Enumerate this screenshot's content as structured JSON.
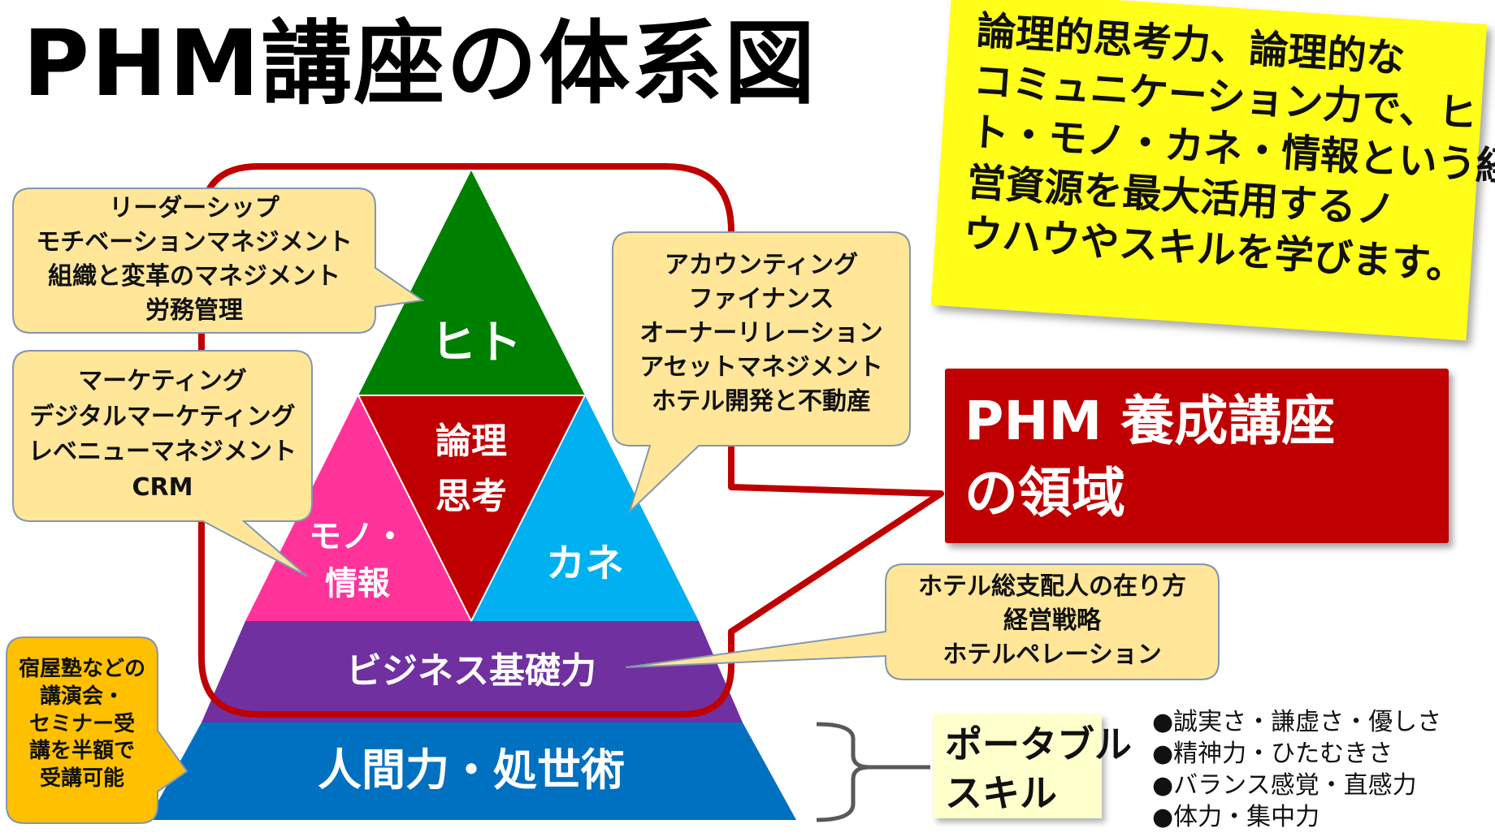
{
  "title": "PHM講座の体系図",
  "pyramid": {
    "top": "ヒト",
    "center_lines": [
      "論理",
      "思考"
    ],
    "left_lines": [
      "モノ・",
      "情報"
    ],
    "right": "カネ",
    "middle_band": "ビジネス基礎力",
    "base_band": "人間力・処世術"
  },
  "bubbles": {
    "hito": [
      "リーダーシップ",
      "モチベーションマネジメント",
      "組織と変革のマネジメント",
      "労務管理"
    ],
    "mono": [
      "マーケティング",
      "デジタルマーケティング",
      "レベニューマネジメント",
      "CRM"
    ],
    "kane": [
      "アカウンティング",
      "ファイナンス",
      "オーナーリレーション",
      "アセットマネジメント",
      "ホテル開発と不動産"
    ],
    "business": [
      "ホテル総支配人の在り方",
      "経営戦略",
      "ホテルペレーション"
    ],
    "seminar": [
      "宿屋塾などの",
      "講演会・",
      "セミナー受",
      "講を半額で",
      "受講可能"
    ]
  },
  "note_lines": [
    "論理的思考力、論理的な",
    "コミュニケーション力で、ヒ",
    "ト・モノ・カネ・情報という経",
    "営資源を最大活用するノ",
    "ウハウやスキルを学びます。"
  ],
  "phm_box_lines": [
    "PHM 養成講座",
    "の領域"
  ],
  "portable_lines": [
    "ポータブル",
    "スキル"
  ],
  "skills": [
    "●誠実さ・謙虚さ・優しさ",
    "●精神力・ひたむきさ",
    "●バランス感覚・直感力",
    "●体力・集中力"
  ],
  "colors": {
    "hito": "#008000",
    "logic": "#c00000",
    "mono": "#ff3399",
    "kane": "#00b0f0",
    "business": "#7030a0",
    "base": "#0070c0",
    "bubble": "#ffe699",
    "seminar": "#ffc000",
    "outline": "#c00000",
    "note": "#ffff1a",
    "phm_box": "#c00000",
    "portable": "#ffffcc"
  }
}
